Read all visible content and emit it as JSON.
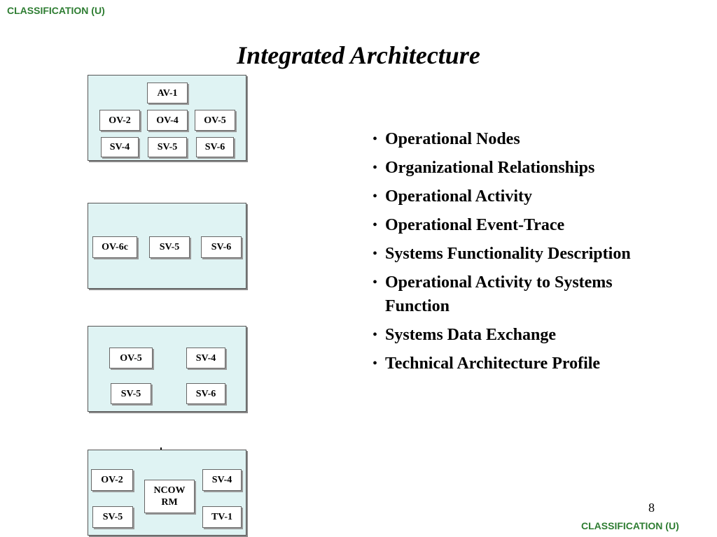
{
  "classification": "CLASSIFICATION (U)",
  "title": "Integrated Architecture",
  "page_number": "8",
  "panels": [
    {
      "boxes": [
        "AV-1",
        "OV-2",
        "OV-4",
        "OV-5",
        "SV-4",
        "SV-5",
        "SV-6"
      ]
    },
    {
      "boxes": [
        "OV-6c",
        "SV-5",
        "SV-6"
      ]
    },
    {
      "boxes": [
        "OV-5",
        "SV-4",
        "SV-5",
        "SV-6"
      ]
    },
    {
      "boxes": [
        "OV-2",
        "NCOW RM",
        "SV-4",
        "SV-5",
        "TV-1"
      ]
    }
  ],
  "bullets": [
    "Operational Nodes",
    "Organizational Relationships",
    "Operational Activity",
    "Operational Event-Trace",
    "Systems Functionality Description",
    "Operational Activity to Systems Function",
    "Systems Data Exchange",
    "Technical Architecture Profile"
  ],
  "colors": {
    "classification": "#2e7d32",
    "panel_fill": "#dff3f3"
  }
}
